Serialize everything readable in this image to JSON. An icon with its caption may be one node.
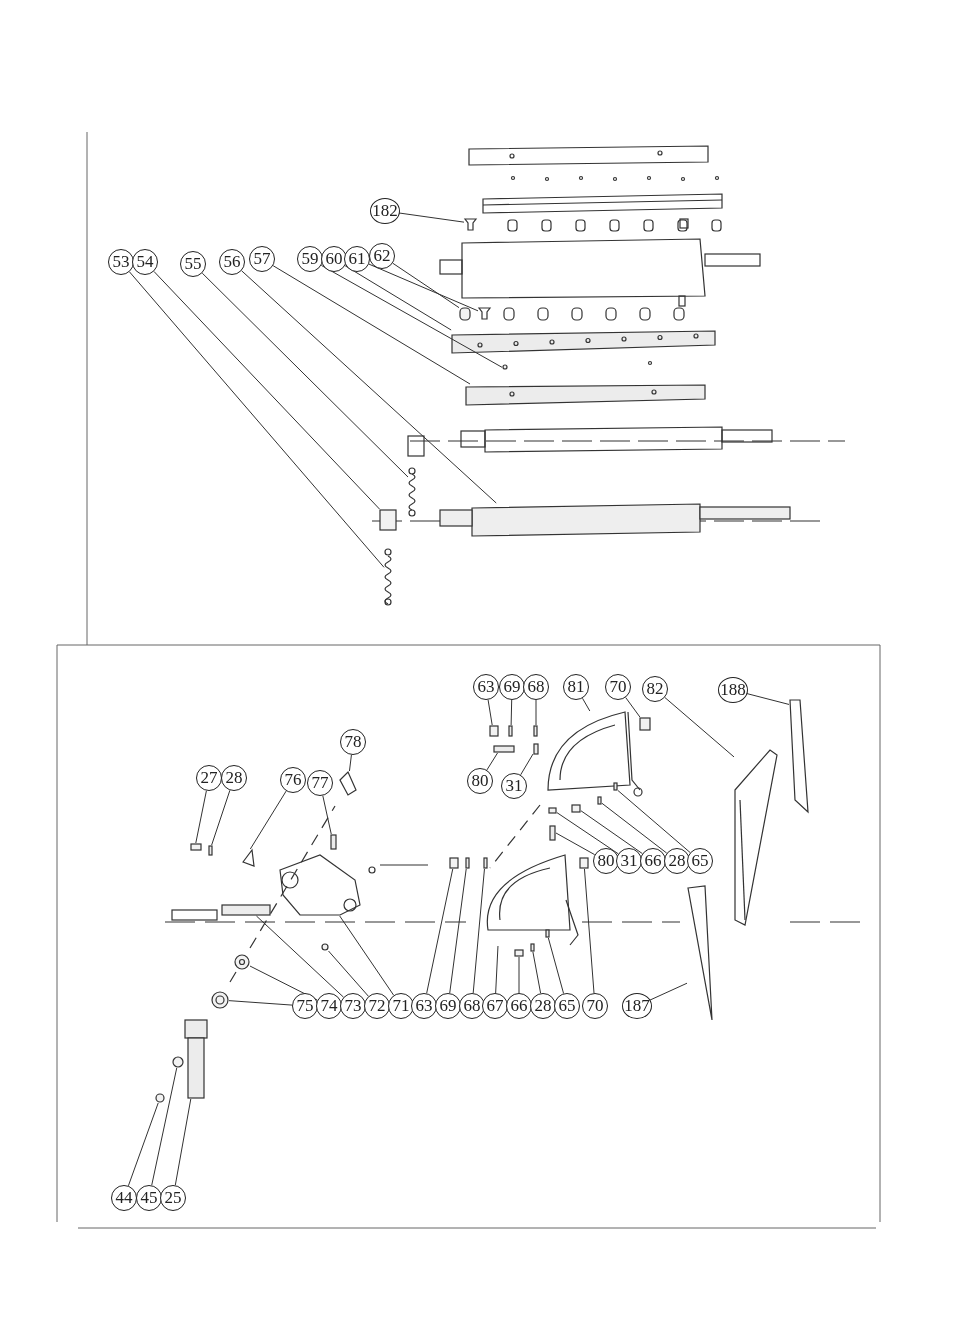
{
  "diagram": {
    "nodes": [
      {
        "text": [
          "182"
        ]
      },
      {
        "text": [
          "53"
        ]
      },
      {
        "text": [
          "54"
        ]
      },
      {
        "text": [
          "55"
        ]
      },
      {
        "text": [
          "56"
        ]
      },
      {
        "text": [
          "57"
        ]
      },
      {
        "text": [
          "59"
        ]
      },
      {
        "text": [
          "60"
        ]
      },
      {
        "text": [
          "61"
        ]
      },
      {
        "text": [
          "62"
        ]
      },
      {
        "text": [
          "63"
        ]
      },
      {
        "text": [
          "69"
        ]
      },
      {
        "text": [
          "68"
        ]
      },
      {
        "text": [
          "81"
        ]
      },
      {
        "text": [
          "70"
        ]
      },
      {
        "text": [
          "82"
        ]
      },
      {
        "text": [
          "188"
        ]
      },
      {
        "text": [
          "78"
        ]
      },
      {
        "text": [
          "27"
        ]
      },
      {
        "text": [
          "28"
        ]
      },
      {
        "text": [
          "76"
        ]
      },
      {
        "text": [
          "77"
        ]
      },
      {
        "text": [
          "80"
        ]
      },
      {
        "text": [
          "31"
        ]
      },
      {
        "text": [
          "80"
        ]
      },
      {
        "text": [
          "31"
        ]
      },
      {
        "text": [
          "66"
        ]
      },
      {
        "text": [
          "28"
        ]
      },
      {
        "text": [
          "65"
        ]
      },
      {
        "text": [
          "75"
        ]
      },
      {
        "text": [
          "74"
        ]
      },
      {
        "text": [
          "73"
        ]
      },
      {
        "text": [
          "72"
        ]
      },
      {
        "text": [
          "71"
        ]
      },
      {
        "text": [
          "63"
        ]
      },
      {
        "text": [
          "69"
        ]
      },
      {
        "text": [
          "68"
        ]
      },
      {
        "text": [
          "67"
        ]
      },
      {
        "text": [
          "66"
        ]
      },
      {
        "text": [
          "28"
        ]
      },
      {
        "text": [
          "65"
        ]
      },
      {
        "text": [
          "70"
        ]
      },
      {
        "text": [
          "187"
        ]
      },
      {
        "text": [
          "44"
        ]
      },
      {
        "text": [
          "45"
        ]
      },
      {
        "text": [
          "25"
        ]
      },
      {
        "text": [],
        "shape": "picture"
      },
      {
        "text": [],
        "shape": "picture"
      },
      {
        "text": [],
        "shape": "box"
      },
      {
        "text": [],
        "shape": "picture"
      },
      {
        "text": [],
        "shape": "cylinder"
      },
      {
        "text": [],
        "shape": "bar"
      },
      {
        "text": [],
        "shape": "circle"
      },
      {
        "text": [],
        "shape": "bar"
      },
      {
        "text": [],
        "shape": "picture"
      },
      {
        "text": [],
        "shape": "box"
      },
      {
        "text": [],
        "shape": "box"
      },
      {
        "text": [],
        "shape": "bar"
      },
      {
        "text": [],
        "shape": "bar"
      },
      {
        "text": [],
        "shape": "picture"
      },
      {
        "text": [],
        "shape": "box"
      },
      {
        "text": [],
        "shape": "picture"
      },
      {
        "text": [],
        "shape": "picture"
      },
      {
        "text": [],
        "shape": "picture"
      },
      {
        "text": [],
        "shape": "box"
      },
      {
        "text": [],
        "shape": "bar"
      },
      {
        "text": [],
        "shape": "picture"
      },
      {
        "text": [],
        "shape": "bar"
      },
      {
        "text": [],
        "shape": "bar"
      },
      {
        "text": [],
        "shape": "bar"
      },
      {
        "text": [],
        "shape": "bar"
      },
      {
        "text": [],
        "shape": "box"
      },
      {
        "text": [],
        "shape": "box"
      },
      {
        "text": [],
        "shape": "bar"
      },
      {
        "text": [],
        "shape": "bar"
      },
      {
        "text": [],
        "shape": "circle"
      },
      {
        "text": [],
        "shape": "circle"
      },
      {
        "text": [],
        "shape": "bar"
      },
      {
        "text": [],
        "shape": "circle"
      },
      {
        "text": [],
        "shape": "picture"
      },
      {
        "text": [],
        "shape": "box"
      },
      {
        "text": [],
        "shape": "bar"
      },
      {
        "text": [],
        "shape": "bar"
      },
      {
        "text": [],
        "shape": "picture"
      },
      {
        "text": [],
        "shape": "box"
      },
      {
        "text": [],
        "shape": "bar"
      },
      {
        "text": [],
        "shape": "bar"
      },
      {
        "text": [],
        "shape": "box"
      },
      {
        "text": [],
        "shape": "picture"
      },
      {
        "text": [],
        "shape": "circle"
      },
      {
        "text": [],
        "shape": "circle"
      },
      {
        "text": [],
        "shape": "bar"
      }
    ],
    "edges": [
      {
        "from": 0,
        "to": 46,
        "arrow": "none"
      },
      {
        "from": 1,
        "to": 47,
        "arrow": "none"
      },
      {
        "from": 2,
        "to": 48,
        "arrow": "none"
      },
      {
        "from": 3,
        "to": 49,
        "arrow": "none"
      },
      {
        "from": 4,
        "to": 50,
        "arrow": "none"
      },
      {
        "from": 5,
        "to": 51,
        "arrow": "none"
      },
      {
        "from": 6,
        "to": 52,
        "arrow": "none"
      },
      {
        "from": 7,
        "to": 53,
        "arrow": "none"
      },
      {
        "from": 8,
        "to": 54,
        "arrow": "none"
      },
      {
        "from": 9,
        "to": 55,
        "arrow": "none"
      },
      {
        "from": 10,
        "to": 56,
        "arrow": "none"
      },
      {
        "from": 11,
        "to": 57,
        "arrow": "none"
      },
      {
        "from": 12,
        "to": 58,
        "arrow": "none"
      },
      {
        "from": 13,
        "to": 59,
        "arrow": "none"
      },
      {
        "from": 14,
        "to": 60,
        "arrow": "none"
      },
      {
        "from": 15,
        "to": 61,
        "arrow": "none"
      },
      {
        "from": 16,
        "to": 62,
        "arrow": "none"
      },
      {
        "from": 17,
        "to": 63,
        "arrow": "none"
      },
      {
        "from": 18,
        "to": 64,
        "arrow": "none"
      },
      {
        "from": 19,
        "to": 65,
        "arrow": "none"
      },
      {
        "from": 20,
        "to": 66,
        "arrow": "none"
      },
      {
        "from": 21,
        "to": 67,
        "arrow": "none"
      },
      {
        "from": 22,
        "to": 68,
        "arrow": "none"
      },
      {
        "from": 23,
        "to": 69,
        "arrow": "none"
      },
      {
        "from": 24,
        "to": 70,
        "arrow": "none"
      },
      {
        "from": 25,
        "to": 71,
        "arrow": "none"
      },
      {
        "from": 26,
        "to": 72,
        "arrow": "none"
      },
      {
        "from": 27,
        "to": 73,
        "arrow": "none"
      },
      {
        "from": 28,
        "to": 74,
        "arrow": "none"
      },
      {
        "from": 29,
        "to": 75,
        "arrow": "none"
      },
      {
        "from": 30,
        "to": 76,
        "arrow": "none"
      },
      {
        "from": 31,
        "to": 77,
        "arrow": "none"
      },
      {
        "from": 32,
        "to": 78,
        "arrow": "none"
      },
      {
        "from": 33,
        "to": 79,
        "arrow": "none"
      },
      {
        "from": 34,
        "to": 80,
        "arrow": "none"
      },
      {
        "from": 35,
        "to": 81,
        "arrow": "none"
      },
      {
        "from": 36,
        "to": 82,
        "arrow": "none"
      },
      {
        "from": 37,
        "to": 83,
        "arrow": "none"
      },
      {
        "from": 38,
        "to": 84,
        "arrow": "none"
      },
      {
        "from": 39,
        "to": 85,
        "arrow": "none"
      },
      {
        "from": 40,
        "to": 86,
        "arrow": "none"
      },
      {
        "from": 41,
        "to": 87,
        "arrow": "none"
      },
      {
        "from": 42,
        "to": 88,
        "arrow": "none"
      },
      {
        "from": 43,
        "to": 89,
        "arrow": "none"
      },
      {
        "from": 44,
        "to": 90,
        "arrow": "none"
      },
      {
        "from": 45,
        "to": 91,
        "arrow": "none"
      }
    ]
  }
}
